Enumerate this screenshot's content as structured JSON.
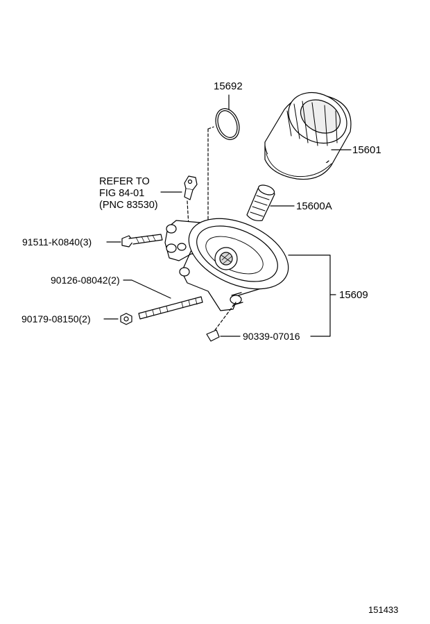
{
  "parts": {
    "o_ring": "15692",
    "oil_filter": "15601",
    "union": "15600A",
    "filter_bracket": "15609",
    "bolt": "91511-K0840(3)",
    "stud_bolt": "90126-08042(2)",
    "nut": "90179-08150(2)",
    "pin": "90339-07016"
  },
  "reference_note": {
    "line1": "REFER TO",
    "line2": "FIG 84-01",
    "line3": "(PNC 83530)"
  },
  "figure_number": "151433"
}
